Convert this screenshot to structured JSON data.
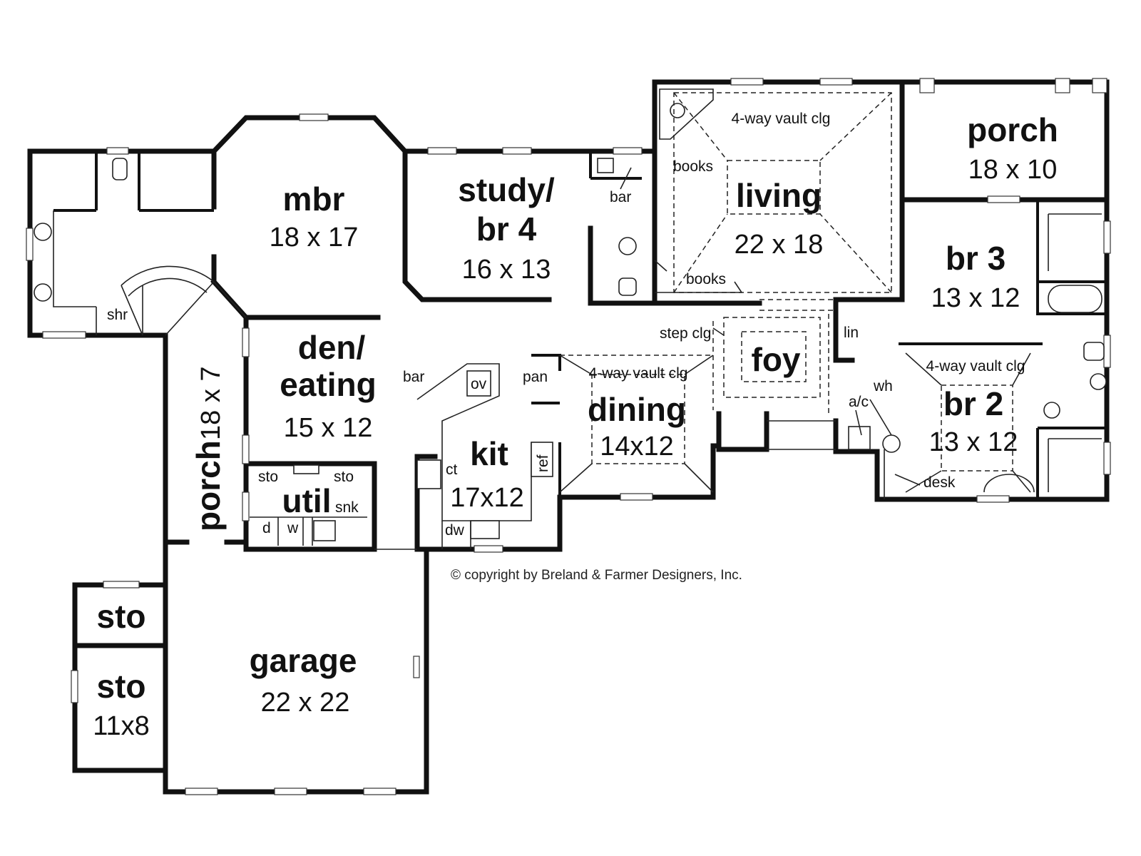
{
  "labels": {
    "mbr": "mbr",
    "mbr_dim": "18 x 17",
    "study": "study/",
    "study2": "br 4",
    "study_dim": "16 x 13",
    "living": "living",
    "living_dim": "22 x 18",
    "living_clg": "4-way vault clg",
    "porch_rear": "porch",
    "porch_rear_dim": "18 x 10",
    "br3": "br 3",
    "br3_dim": "13 x 12",
    "br2": "br 2",
    "br2_dim": "13 x 12",
    "br2_clg": "4-way vault clg",
    "den": "den/",
    "den2": "eating",
    "den_dim": "15 x 12",
    "porch_side": "porch",
    "porch_side_dim": "18 x 7",
    "util": "util",
    "kit": "kit",
    "kit_dim": "17x12",
    "dining": "dining",
    "dining_dim": "14x12",
    "dining_clg": "4-way vault clg",
    "foy": "foy",
    "garage": "garage",
    "garage_dim": "22 x 22",
    "sto_a": "sto",
    "sto_b": "sto",
    "sto_b_dim": "11x8",
    "shr": "shr",
    "books1": "books",
    "books2": "books",
    "bar1": "bar",
    "bar2": "bar",
    "ov": "ov",
    "pan": "pan",
    "ct": "ct",
    "ref": "ref",
    "dw": "dw",
    "util_sto1": "sto",
    "util_sto2": "sto",
    "snk": "snk",
    "d": "d",
    "w": "w",
    "step_clg": "step clg",
    "lin": "lin",
    "wh": "wh",
    "ac": "a/c",
    "desk": "desk",
    "copyright": "© copyright  by Breland & Farmer Designers, Inc."
  }
}
